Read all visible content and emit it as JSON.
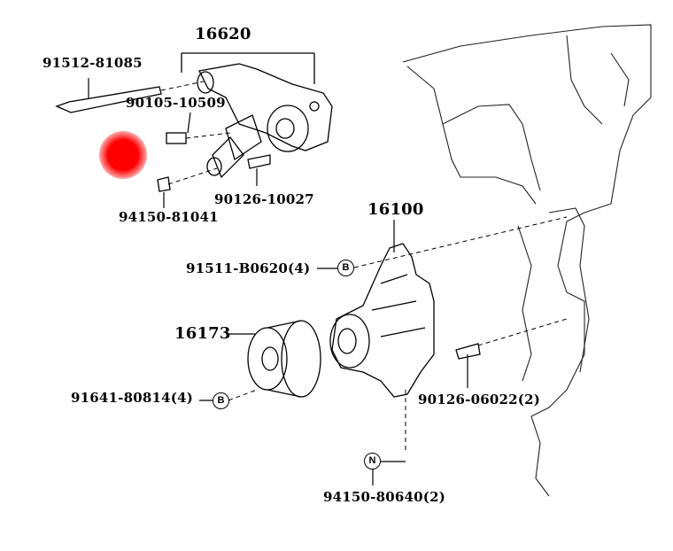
{
  "diagram": {
    "labels": {
      "tensioner_assy": "16620",
      "bolt_long": "91512-81085",
      "bolt_short": "90105-10509",
      "stud_tensioner": "90126-10027",
      "nut_tensioner": "94150-81041",
      "water_pump": "16100",
      "pump_bolt": "91511-B0620(4)",
      "pulley": "16173",
      "pulley_bolt": "91641-80814(4)",
      "pump_stud": "90126-06022(2)",
      "pump_nut": "94150-80640(2)"
    },
    "markers": {
      "b1": "B",
      "b2": "B",
      "n": "N"
    },
    "highlight_color": "#ff0000"
  }
}
